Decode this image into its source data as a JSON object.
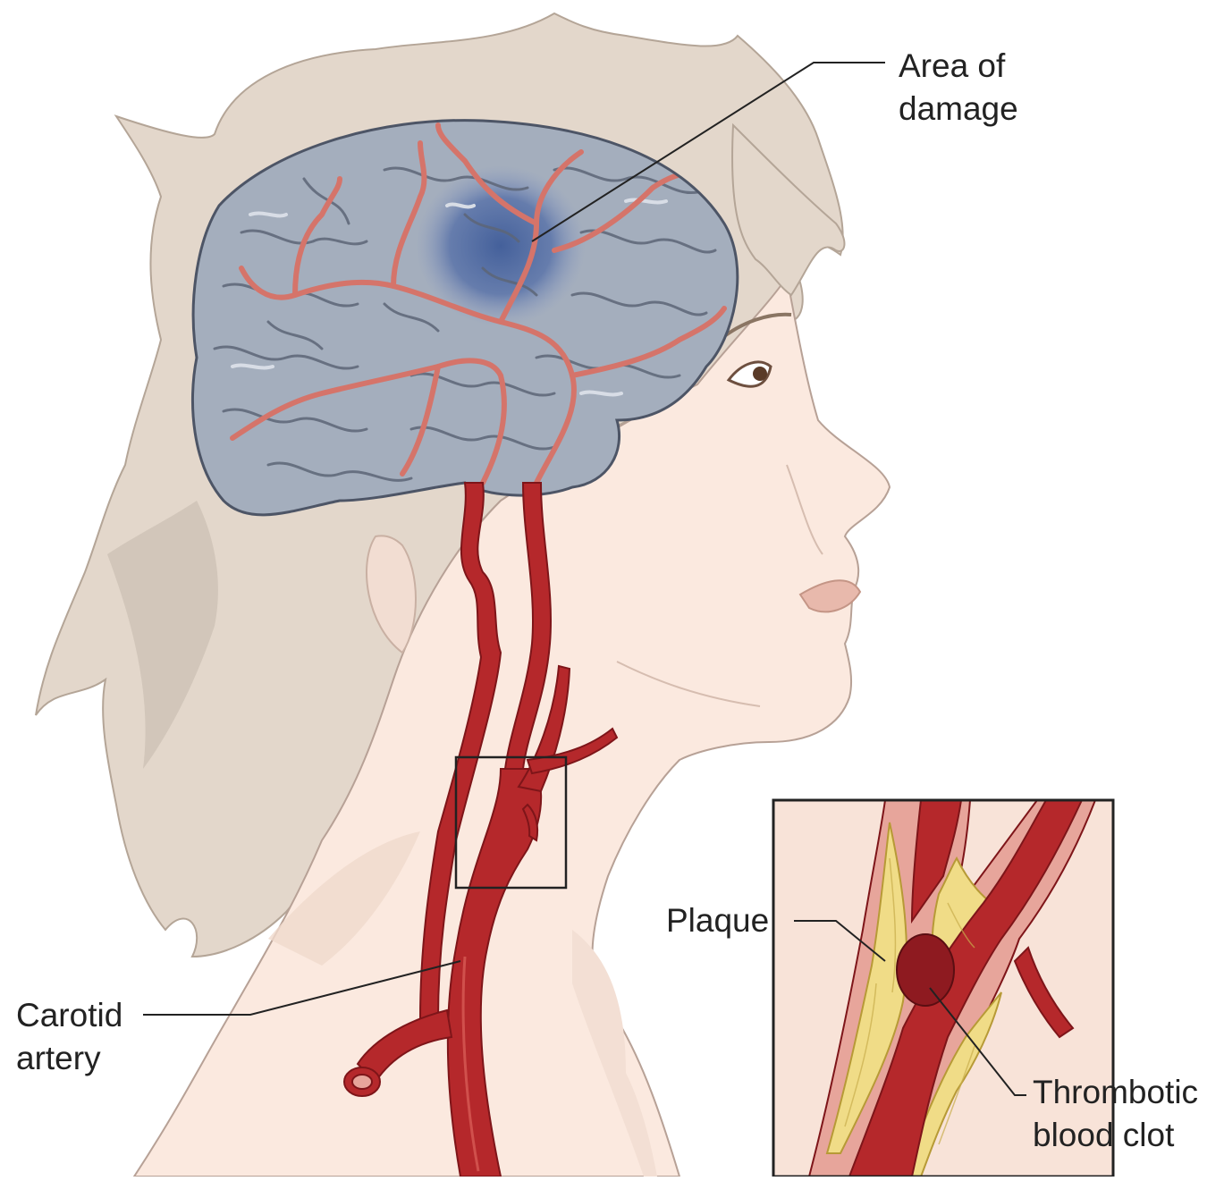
{
  "labels": {
    "area_of_damage": [
      "Area of",
      "damage"
    ],
    "carotid_artery": [
      "Carotid",
      "artery"
    ],
    "plaque": "Plaque",
    "thrombotic_blood_clot": [
      "Thrombotic",
      "blood clot"
    ]
  },
  "colors": {
    "hair": "#e3d7cb",
    "hair_shade": "#cbbfb2",
    "skin": "#fbe9df",
    "skin_shade": "#f0d9cc",
    "brain": "#a4aebd",
    "brain_dark": "#5d6677",
    "damage": "#5670a8",
    "artery": "#b5282b",
    "artery_dark": "#7e1519",
    "brain_vessel": "#d5746a",
    "plaque": "#f0dc87",
    "clot": "#8e1a20",
    "leader_line": "#222222"
  }
}
